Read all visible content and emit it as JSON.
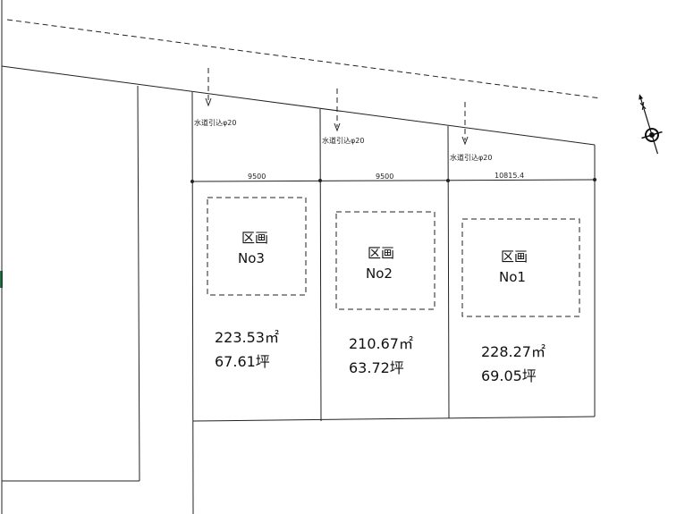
{
  "pipe_label": "水道引込φ20",
  "dimensions": [
    "9500",
    "9500",
    "10815.4"
  ],
  "lots": [
    {
      "kukaku": "区画",
      "number": "No3",
      "area_m2": "223.53㎡",
      "area_tsubo": "67.61坪"
    },
    {
      "kukaku": "区画",
      "number": "No2",
      "area_m2": "210.67㎡",
      "area_tsubo": "63.72坪"
    },
    {
      "kukaku": "区画",
      "number": "No1",
      "area_m2": "228.27㎡",
      "area_tsubo": "69.05坪"
    }
  ]
}
